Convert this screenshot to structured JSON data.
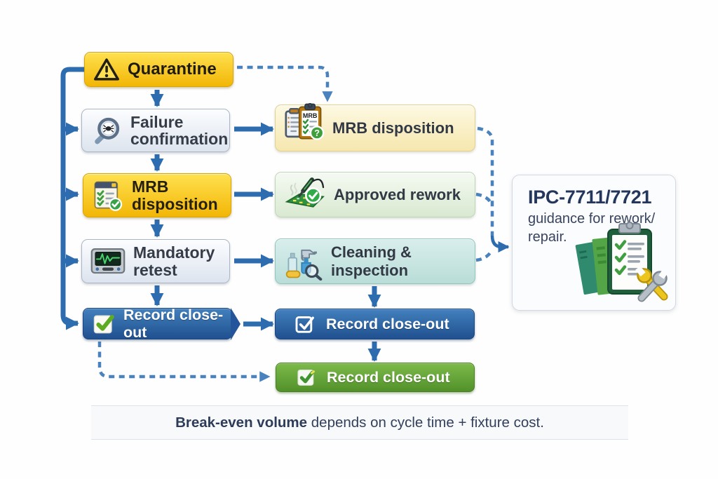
{
  "palette": {
    "arrow_solid": "#2d6cae",
    "arrow_dashed": "#4a82bd",
    "quarantine_yellow": "#f5bd07",
    "record_blue": "#295b9b",
    "record_green": "#5d9a33",
    "note_title_navy": "#24365c"
  },
  "nodes": {
    "quarantine": {
      "label": "Quarantine"
    },
    "failure_confirmation": {
      "label": "Failure confirmation"
    },
    "mrb_disposition_left": {
      "label": "MRB disposition"
    },
    "mandatory_retest": {
      "label": "Mandatory retest"
    },
    "record_closeout_left": {
      "label": "Record close-out"
    },
    "mrb_disposition_right": {
      "label": "MRB disposition",
      "clipboard_text": "MRB",
      "badge_glyph": "?"
    },
    "approved_rework": {
      "label": "Approved rework"
    },
    "cleaning_inspection": {
      "label": "Cleaning & inspection"
    },
    "record_closeout_center": {
      "label": "Record close-out"
    },
    "record_closeout_green": {
      "label": "Record close-out"
    }
  },
  "side_note": {
    "title": "IPC-7711/7721",
    "body": "guidance for rework/ repair."
  },
  "caption": {
    "bold": "Break-even volume",
    "text": " depends on cycle time + fixture cost."
  }
}
